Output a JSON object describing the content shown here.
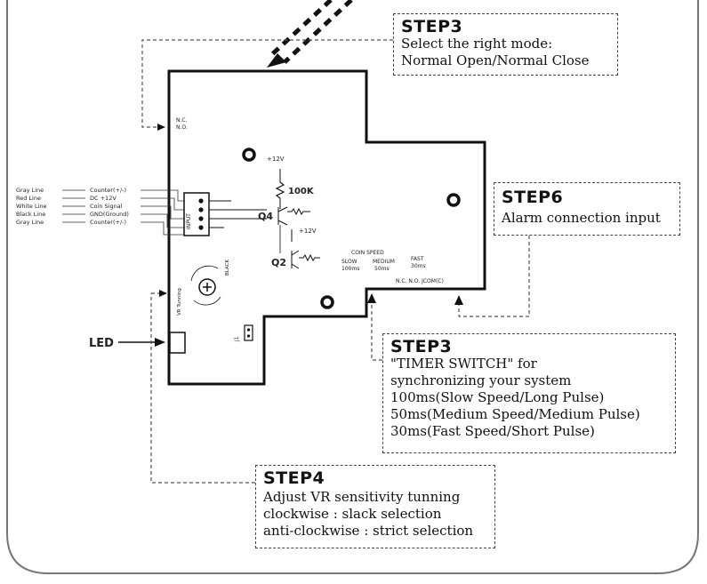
{
  "step3_mode": {
    "title": "STEP3",
    "lines": [
      "Select the right mode:",
      "Normal Open/Normal Close"
    ]
  },
  "step6": {
    "title": "STEP6",
    "lines": [
      "Alarm connection input"
    ]
  },
  "step3_timer": {
    "title": "STEP3",
    "lines": [
      "\"TIMER SWITCH\" for",
      "synchronizing your system",
      "100ms(Slow Speed/Long Pulse)",
      "50ms(Medium Speed/Medium Pulse)",
      "30ms(Fast Speed/Short Pulse)"
    ]
  },
  "step4": {
    "title": "STEP4",
    "lines": [
      "Adjust VR sensitivity tunning",
      "clockwise : slack selection",
      "anti-clockwise : strict selection"
    ]
  },
  "board": {
    "nc_no_top": [
      "N.C.",
      "N.O."
    ],
    "plus12v_a": "+12V",
    "plus12v_b": "+12V",
    "resistor": "100K",
    "q4": "Q4",
    "q2": "Q2",
    "speed_header": "COIN SPEED",
    "speed_labels": [
      "SLOW",
      "MEDIUM",
      "FAST"
    ],
    "speed_values": [
      "100ms",
      "50ms",
      "30ms"
    ],
    "bottom_header": "N.C. N.O. JCOM(C)",
    "vr_label": "VR Tunning",
    "vr_side": "BLACK",
    "connector": "INPUT",
    "j_label": "J1",
    "led_label": "LED"
  },
  "wires": [
    {
      "color": "Gray Line",
      "signal": "Counter(+/-)"
    },
    {
      "color": "Red Line",
      "signal": "DC +12V"
    },
    {
      "color": "White Line",
      "signal": "Coin Signal"
    },
    {
      "color": "Black Line",
      "signal": "GND(Ground)"
    },
    {
      "color": "Gray Line",
      "signal": "Counter(+/-)"
    }
  ]
}
